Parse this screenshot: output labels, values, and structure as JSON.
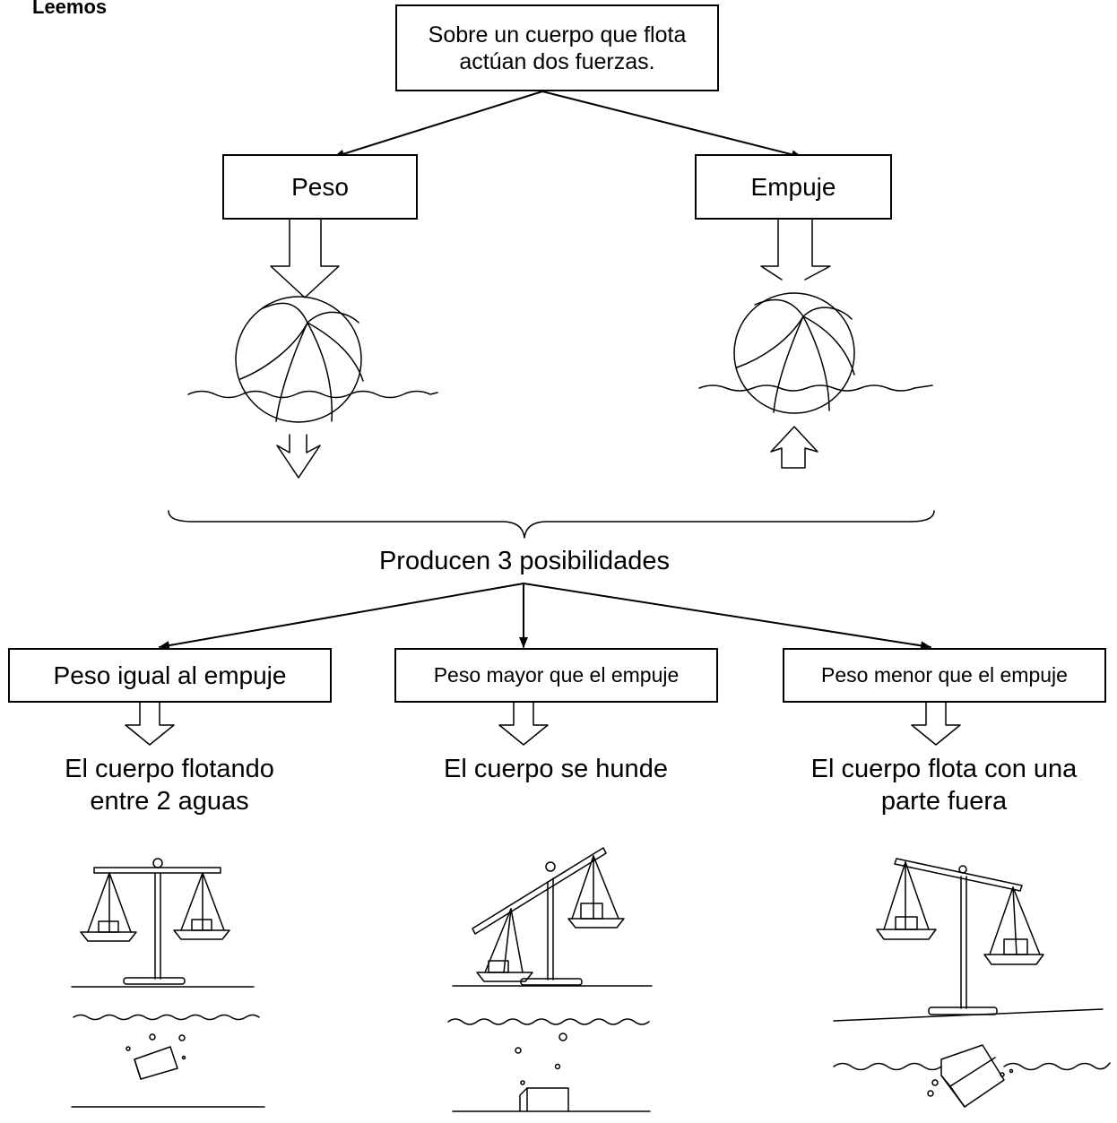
{
  "heading": "Leemos",
  "top_box": {
    "line1": "Sobre un cuerpo que flota",
    "line2": "actúan dos fuerzas."
  },
  "forces": [
    {
      "label": "Peso"
    },
    {
      "label": "Empuje"
    }
  ],
  "middle_text": "Producen 3 posibilidades",
  "cases": [
    {
      "box": "Peso igual al empuje",
      "result_line1": "El cuerpo flotando",
      "result_line2": "entre 2 aguas"
    },
    {
      "box": "Peso mayor que el empuje",
      "result_line1": "El cuerpo se hunde",
      "result_line2": ""
    },
    {
      "box": "Peso menor que el empuje",
      "result_line1": "El cuerpo flota con una",
      "result_line2": "parte fuera"
    }
  ]
}
